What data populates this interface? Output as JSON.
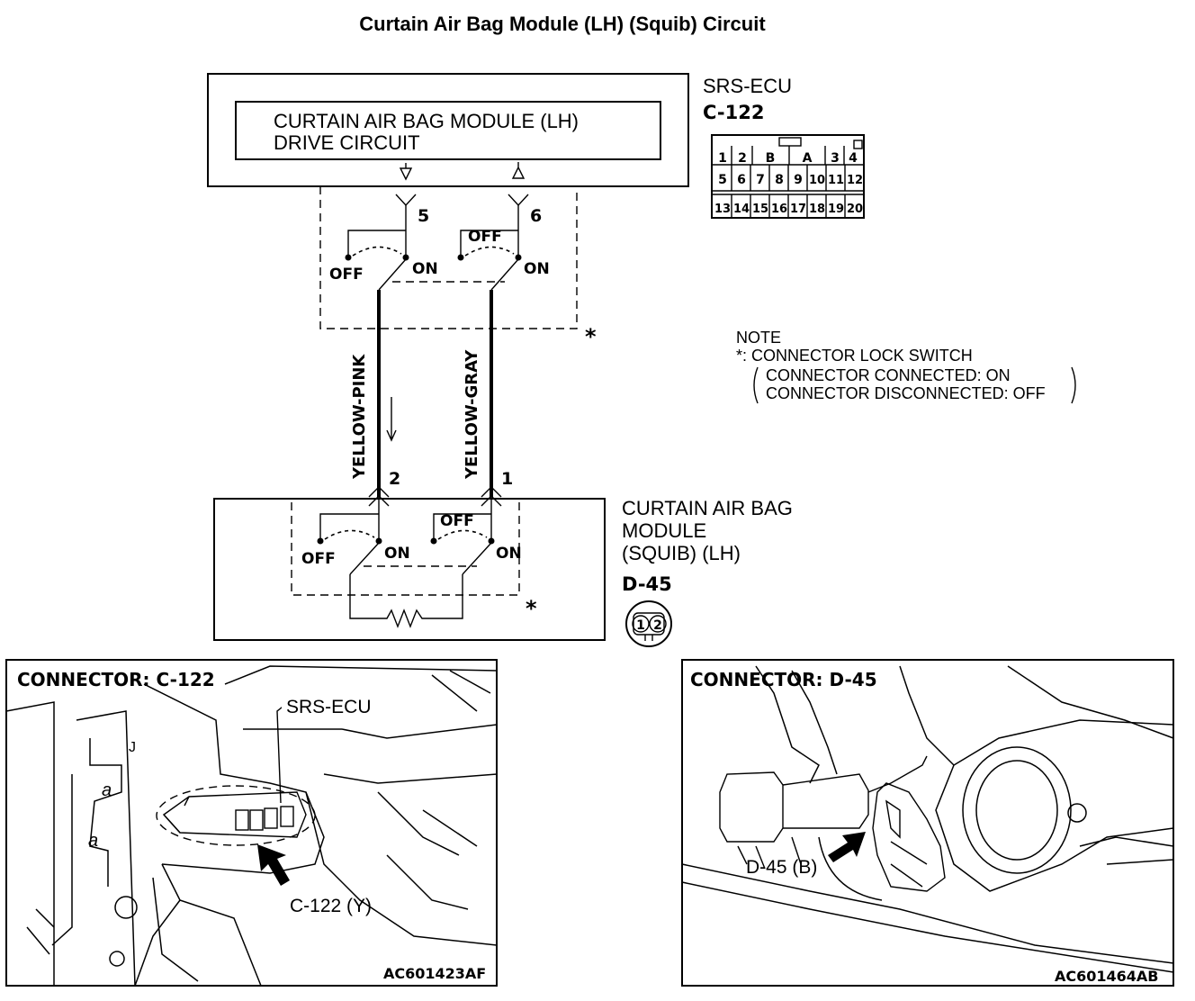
{
  "title": "Curtain Air Bag Module (LH) (Squib) Circuit",
  "ecu": {
    "name": "SRS-ECU",
    "connector": "C-122",
    "drive_circuit_line1": "CURTAIN AIR BAG MODULE (LH)",
    "drive_circuit_line2": "DRIVE CIRCUIT",
    "pin_left": "5",
    "pin_right": "6",
    "pinout_top": [
      "1",
      "2",
      "B",
      "A",
      "3",
      "4"
    ],
    "pinout_mid": [
      "5",
      "6",
      "7",
      "8",
      "9",
      "10",
      "11",
      "12"
    ],
    "pinout_bot": [
      "13",
      "14",
      "15",
      "16",
      "17",
      "18",
      "19",
      "20"
    ]
  },
  "switch_labels": {
    "off": "OFF",
    "on": "ON",
    "asterisk": "*"
  },
  "wires": {
    "left": "YELLOW-PINK",
    "right": "YELLOW-GRAY"
  },
  "module": {
    "line1": "CURTAIN AIR BAG",
    "line2": "MODULE",
    "line3": "(SQUIB) (LH)",
    "connector": "D-45",
    "pin_left": "2",
    "pin_right": "1",
    "face_pins": [
      "1",
      "2"
    ]
  },
  "note": {
    "heading": "NOTE",
    "line1": "*: CONNECTOR LOCK SWITCH",
    "line2": "CONNECTOR CONNECTED: ON",
    "line3": "CONNECTOR DISCONNECTED: OFF"
  },
  "photo_left": {
    "heading": "CONNECTOR: C-122",
    "callout_unit": "SRS-ECU",
    "callout_connector": "C-122 (Y)",
    "code": "AC601423AF",
    "markings": [
      "a",
      "a",
      "J"
    ]
  },
  "photo_right": {
    "heading": "CONNECTOR: D-45",
    "callout_connector": "D-45 (B)",
    "code": "AC601464AB"
  }
}
